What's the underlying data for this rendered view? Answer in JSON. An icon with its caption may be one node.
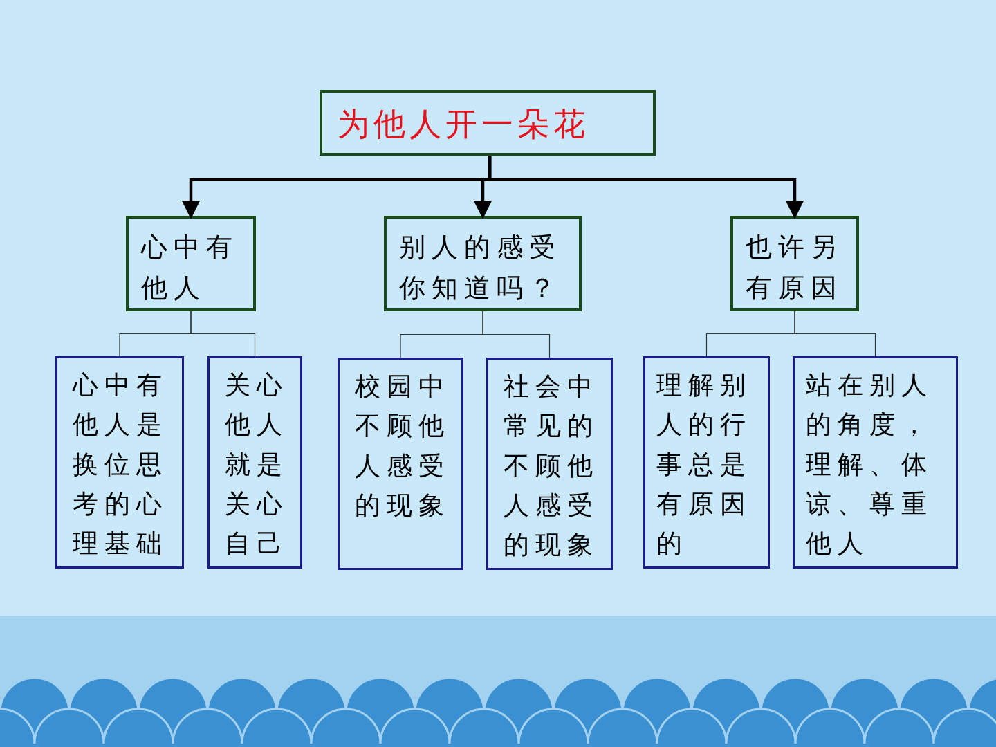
{
  "diagram": {
    "nodes": [
      {
        "text": [
          "为他人开一朵花"
        ]
      },
      {
        "text": [
          "心中有他人"
        ]
      },
      {
        "text": [
          "别人的感受你知道吗？"
        ]
      },
      {
        "text": [
          "也许另有原因"
        ]
      },
      {
        "text": [
          "心中有他人是换位思考的心理基础"
        ]
      },
      {
        "text": [
          "关心他人就是关心自己"
        ]
      },
      {
        "text": [
          "校园中不顾他人感受的现象"
        ]
      },
      {
        "text": [
          "社会中常见的不顾他人感受的现象"
        ]
      },
      {
        "text": [
          "理解别人的行事总是有原因的"
        ]
      },
      {
        "text": [
          "站在别人的角度，理解、体谅、尊重他人"
        ]
      }
    ],
    "edges": [
      {
        "from": 0,
        "to": 1,
        "arrow": "to",
        "style": "thick"
      },
      {
        "from": 0,
        "to": 2,
        "arrow": "to",
        "style": "thick"
      },
      {
        "from": 0,
        "to": 3,
        "arrow": "to",
        "style": "thick"
      },
      {
        "from": 1,
        "to": 4,
        "arrow": "none"
      },
      {
        "from": 1,
        "to": 5,
        "arrow": "none"
      },
      {
        "from": 2,
        "to": 6,
        "arrow": "none"
      },
      {
        "from": 2,
        "to": 7,
        "arrow": "none"
      },
      {
        "from": 3,
        "to": 8,
        "arrow": "none"
      },
      {
        "from": 3,
        "to": 9,
        "arrow": "none"
      }
    ]
  }
}
